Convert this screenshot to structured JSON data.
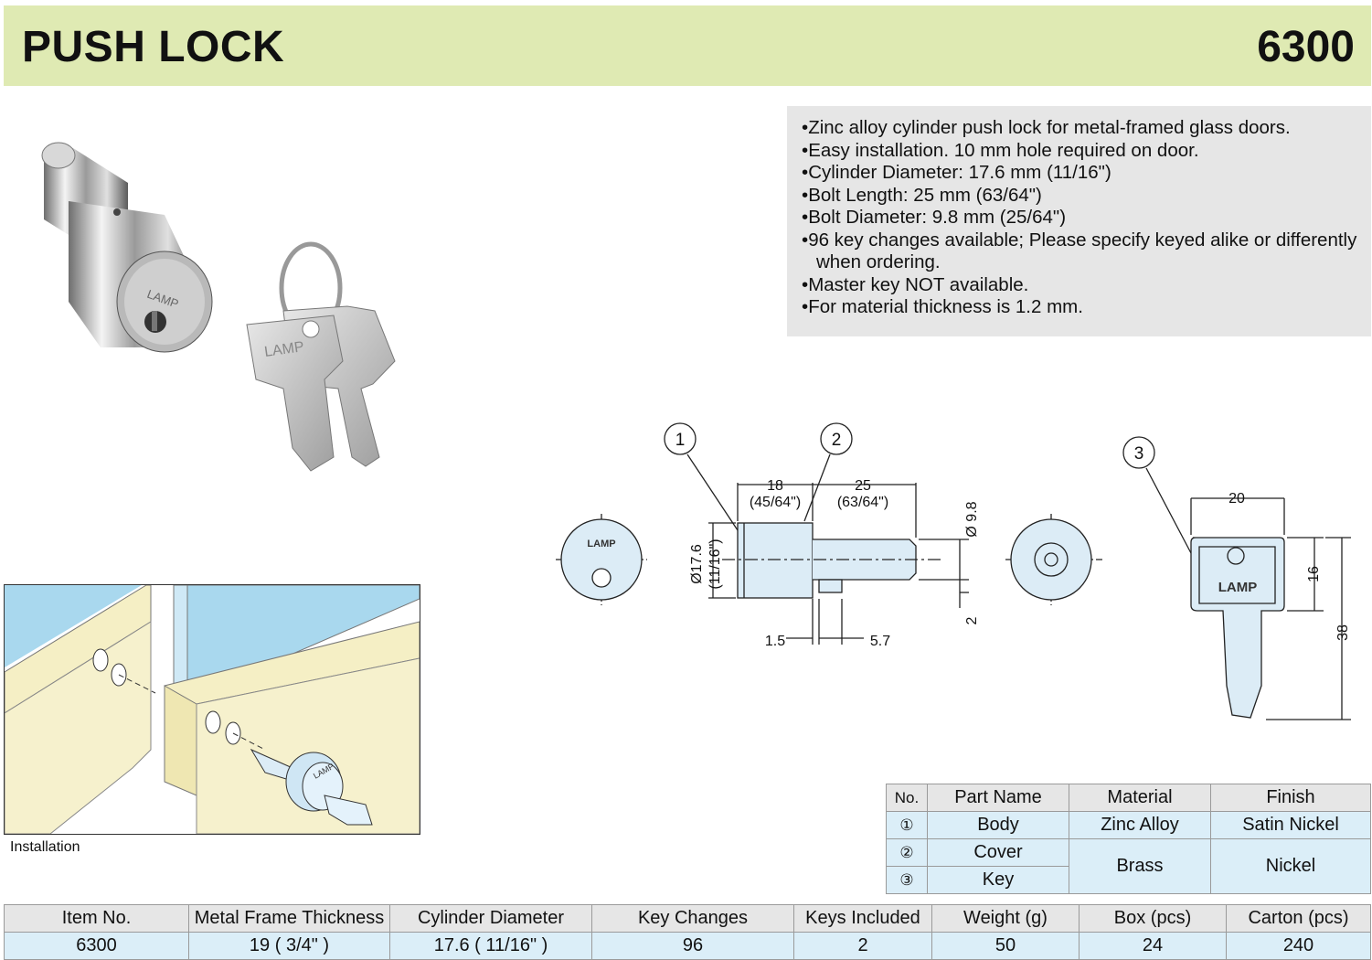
{
  "header": {
    "title": "PUSH LOCK",
    "code": "6300"
  },
  "features": [
    "Zinc alloy cylinder push lock for metal-framed glass doors.",
    "Easy installation. 10 mm hole required on door.",
    "Cylinder Diameter: 17.6 mm (11/16\")",
    "Bolt Length: 25 mm (63/64\")",
    "Bolt Diameter: 9.8 mm (25/64\")",
    "96 key changes available; Please specify keyed alike or differently when ordering.",
    "Master key NOT available.",
    "For material thickness is 1.2 mm."
  ],
  "photo": {
    "brand": "LAMP"
  },
  "installation": {
    "caption": "Installation"
  },
  "drawing": {
    "callouts": [
      "1",
      "2",
      "3"
    ],
    "dims": {
      "d18": "18",
      "d18_in": "(45/64\")",
      "d25": "25",
      "d25_in": "(63/64\")",
      "d98": "Ø 9.8",
      "d176": "Ø17.6",
      "d176_in": "(11/16\")",
      "d15": "1.5",
      "d57": "5.7",
      "d2": "2",
      "d20": "20",
      "d16": "16",
      "d38": "38"
    },
    "brand": "LAMP"
  },
  "parts_table": {
    "headers": [
      "No.",
      "Part Name",
      "Material",
      "Finish"
    ],
    "rows": [
      {
        "no": "①",
        "name": "Body",
        "material": "Zinc Alloy",
        "finish": "Satin Nickel"
      },
      {
        "no": "②",
        "name": "Cover",
        "material": "Brass",
        "finish": "Nickel"
      },
      {
        "no": "③",
        "name": "Key"
      }
    ]
  },
  "spec_table": {
    "headers": [
      "Item No.",
      "Metal Frame Thickness",
      "Cylinder Diameter",
      "Key Changes",
      "Keys Included",
      "Weight (g)",
      "Box (pcs)",
      "Carton (pcs)"
    ],
    "row": [
      "6300",
      "19 ( 3/4\" )",
      "17.6 ( 11/16\" )",
      "96",
      "2",
      "50",
      "24",
      "240"
    ]
  }
}
